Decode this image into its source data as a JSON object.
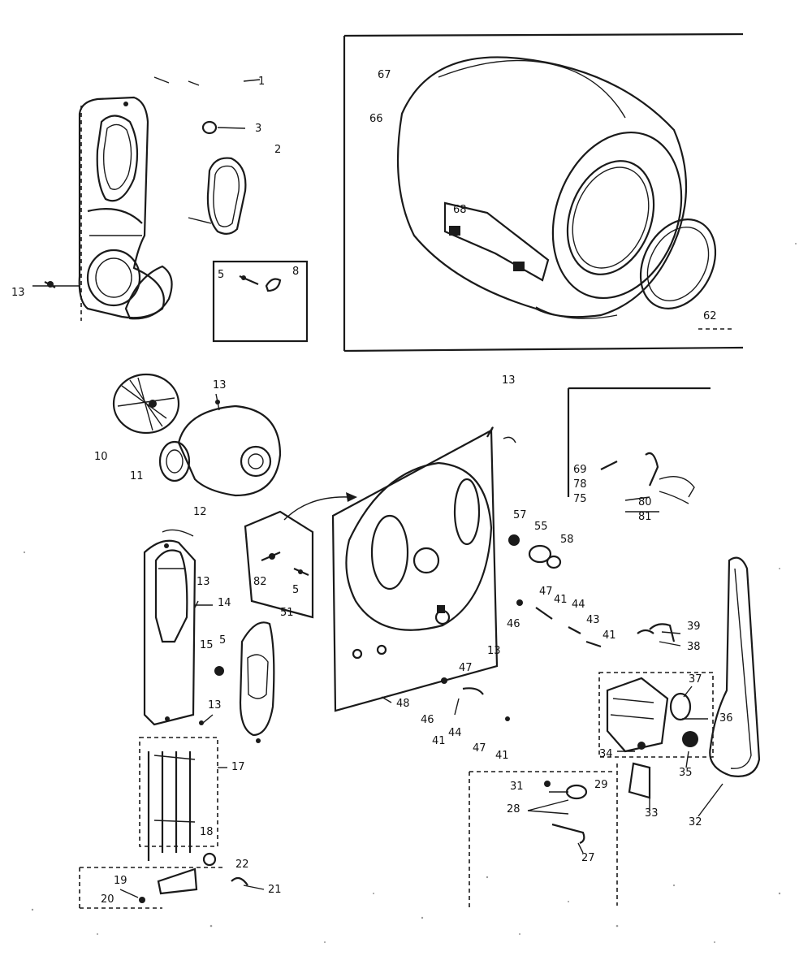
{
  "diagram": {
    "labels": {
      "p1": "1",
      "p2": "2",
      "p3": "3",
      "p8": "8",
      "p13_a": "13",
      "p10": "10",
      "p11": "11",
      "p12": "12",
      "p13_b": "13",
      "p13_c": "13",
      "p13_d": "13",
      "p13_e": "13",
      "p13_f": "13",
      "p14": "14",
      "p15": "15",
      "p5_a": "5",
      "p5_b": "5",
      "p5_c": "5",
      "p82": "82",
      "p51": "51",
      "p17": "17",
      "p18": "18",
      "p19": "19",
      "p20": "20",
      "p21": "21",
      "p22": "22",
      "p48": "48",
      "p46_a": "46",
      "p46_b": "46",
      "p47_a": "47",
      "p47_b": "47",
      "p47_c": "47",
      "p41_a": "41",
      "p41_b": "41",
      "p41_c": "41",
      "p41_d": "41",
      "p44_a": "44",
      "p44_b": "44",
      "p43": "43",
      "p57": "57",
      "p55": "55",
      "p58": "58",
      "p69": "69",
      "p78": "78",
      "p75": "75",
      "p80": "80",
      "p81": "81",
      "p39": "39",
      "p38": "38",
      "p37": "37",
      "p36": "36",
      "p35": "35",
      "p34": "34",
      "p33": "33",
      "p32": "32",
      "p31": "31",
      "p29": "29",
      "p28": "28",
      "p27": "27",
      "p66": "66",
      "p67": "67",
      "p68": "68",
      "p62": "62"
    }
  }
}
